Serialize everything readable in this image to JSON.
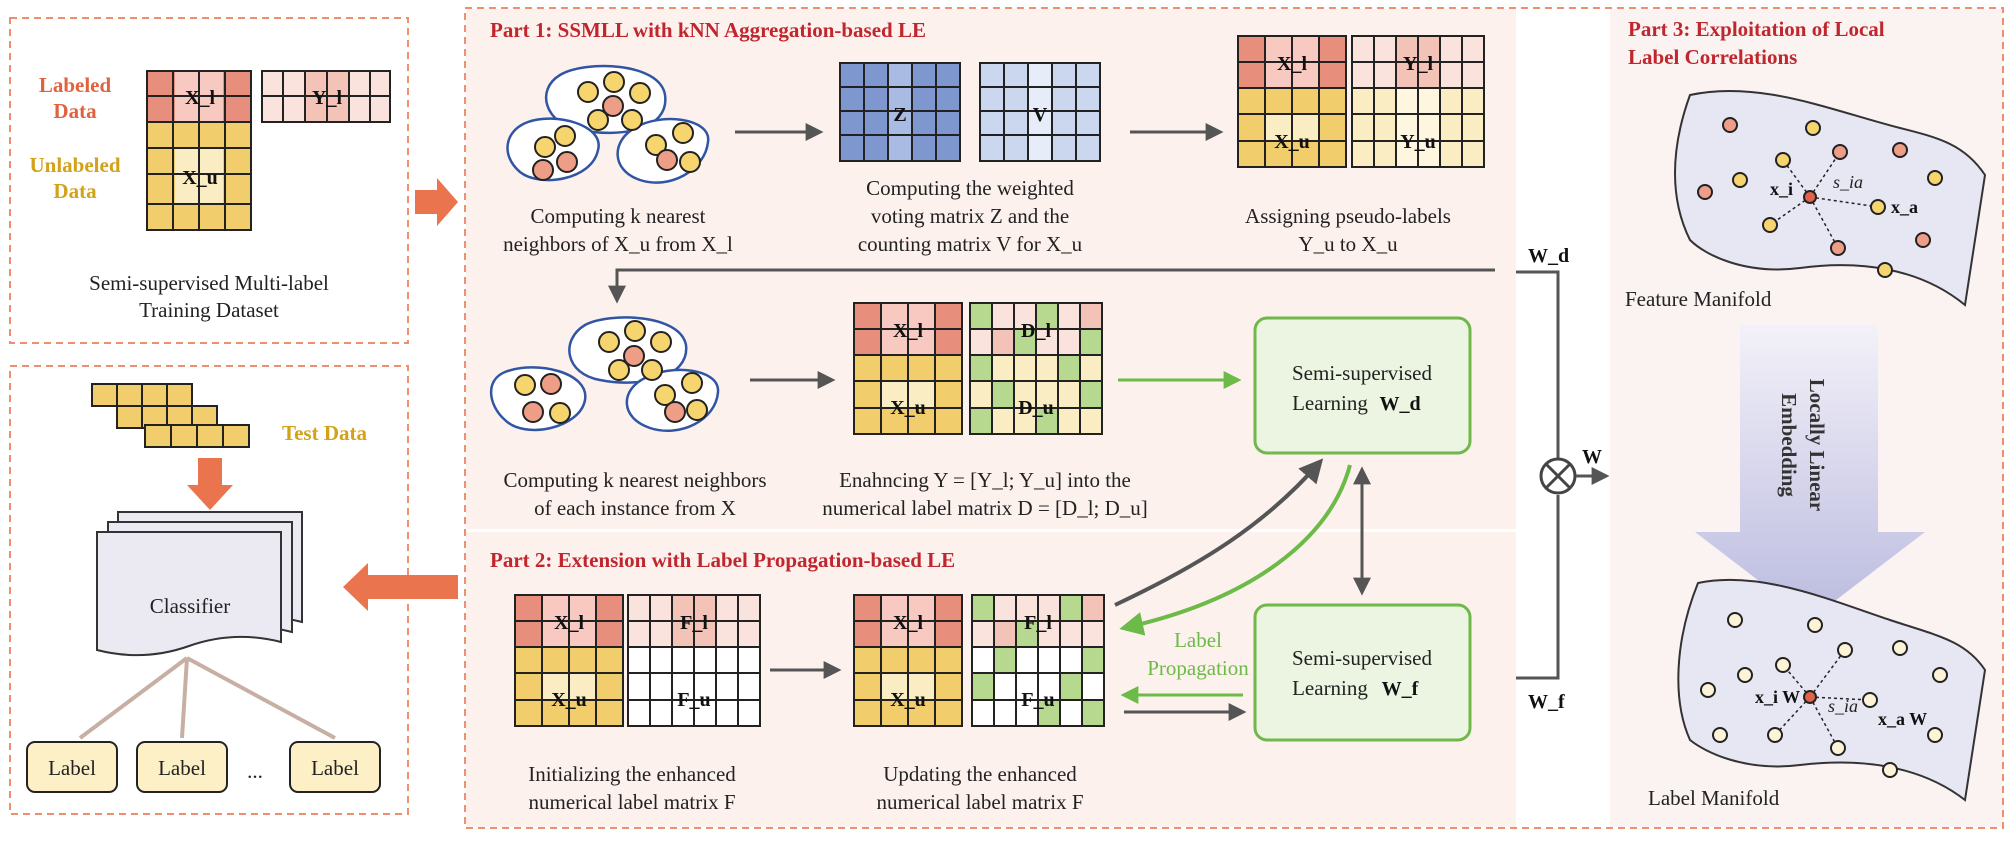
{
  "dataset_panel": {
    "labeled_label_line1": "Labeled",
    "labeled_label_line2": "Data",
    "unlabeled_label_line1": "Unlabeled",
    "unlabeled_label_line2": "Data",
    "x_labeled": "X_l",
    "y_labeled": "Y_l",
    "x_unlabeled": "X_u",
    "caption_line1": "Semi-supervised Multi-label",
    "caption_line2": "Training Dataset"
  },
  "test_panel": {
    "test_label": "Test Data",
    "classifier_label": "Classifier",
    "output_labels": [
      "Label",
      "Label",
      "Label"
    ],
    "ellipsis": "..."
  },
  "part1": {
    "title": "Part 1: SSMLL with kNN Aggregation-based LE",
    "matrix_z": "Z",
    "matrix_v": "V",
    "caption_knn": [
      "Computing k nearest",
      "neighbors of X_u from X_l"
    ],
    "caption_voting": [
      "Computing the weighted",
      "voting matrix Z and the",
      "counting matrix V for X_u"
    ],
    "caption_pseudo": [
      "Assigning pseudo-labels",
      "Y_u to X_u"
    ],
    "pseudo_x_top": "X_l",
    "pseudo_x_bottom": "X_u",
    "pseudo_y_top": "Y_l",
    "pseudo_y_bottom": "Y_u",
    "caption_knn_all": [
      "Computing k nearest neighbors",
      "of each instance from X"
    ],
    "enh_x_top": "X_l",
    "enh_x_bottom": "X_u",
    "enh_d_top": "D_l",
    "enh_d_bottom": "D_u",
    "caption_enhance": [
      "Enahncing Y = [Y_l; Y_u] into the",
      "numerical label matrix D = [D_l; D_u]"
    ]
  },
  "part2": {
    "title": "Part 2: Extension with Label Propagation-based LE",
    "init_x_top": "X_l",
    "init_x_bottom": "X_u",
    "init_f_top": "F_l",
    "init_f_bottom": "F_u",
    "caption_init": [
      "Initializing the enhanced",
      "numerical label matrix F"
    ],
    "upd_x_top": "X_l",
    "upd_x_bottom": "X_u",
    "upd_f_top": "F_l",
    "upd_f_bottom": "F_u",
    "caption_update": [
      "Updating the enhanced",
      "numerical label matrix F"
    ],
    "propagation_line1": "Label",
    "propagation_line2": "Propagation"
  },
  "learning": {
    "box_d_line1": "Semi-supervised",
    "box_d_line2": "Learning",
    "box_d_symbol": "W_d",
    "box_f_line1": "Semi-supervised",
    "box_f_line2": "Learning",
    "box_f_symbol": "W_f",
    "wd_label": "W_d",
    "wf_label": "W_f",
    "w_label": "W"
  },
  "part3": {
    "title_line1": "Part 3: Exploitation of Local",
    "title_line2": "Label Correlations",
    "feature_manifold": "Feature Manifold",
    "label_manifold": "Label Manifold",
    "embedding_line1": "Locally Linear",
    "embedding_line2": "Embedding",
    "xi": "x_i",
    "xa": "x_a",
    "sia": "s_ia",
    "xiw": "x_i W",
    "xaw": "x_a W"
  },
  "colors": {
    "dashed_border": "#ee8f6f",
    "part_bg": "#fdf1ee",
    "part3_bg": "#fbf3f1",
    "title_red": "#c0262d",
    "accent_orange": "#e9744d",
    "labeled_red": "#e88e7d",
    "labeled_light": "#f7c9c0",
    "unlabeled_yellow": "#f2cd6b",
    "green_cell": "#b6d88f",
    "yellow_light": "#fbedc3",
    "blue_z": "#7e97cf",
    "blue_v": "#cbd7ee",
    "green_box": "#70b84a",
    "green_box_fill": "#ebf5e1",
    "cluster_blue": "#2f55a4",
    "node_pink": "#ee9d86",
    "node_yellow": "#f6d56e",
    "node_center": "#e16248",
    "manifold_fill": "#e7e6f3",
    "arrow_grey": "#555555",
    "arrow_green": "#6cba48"
  }
}
